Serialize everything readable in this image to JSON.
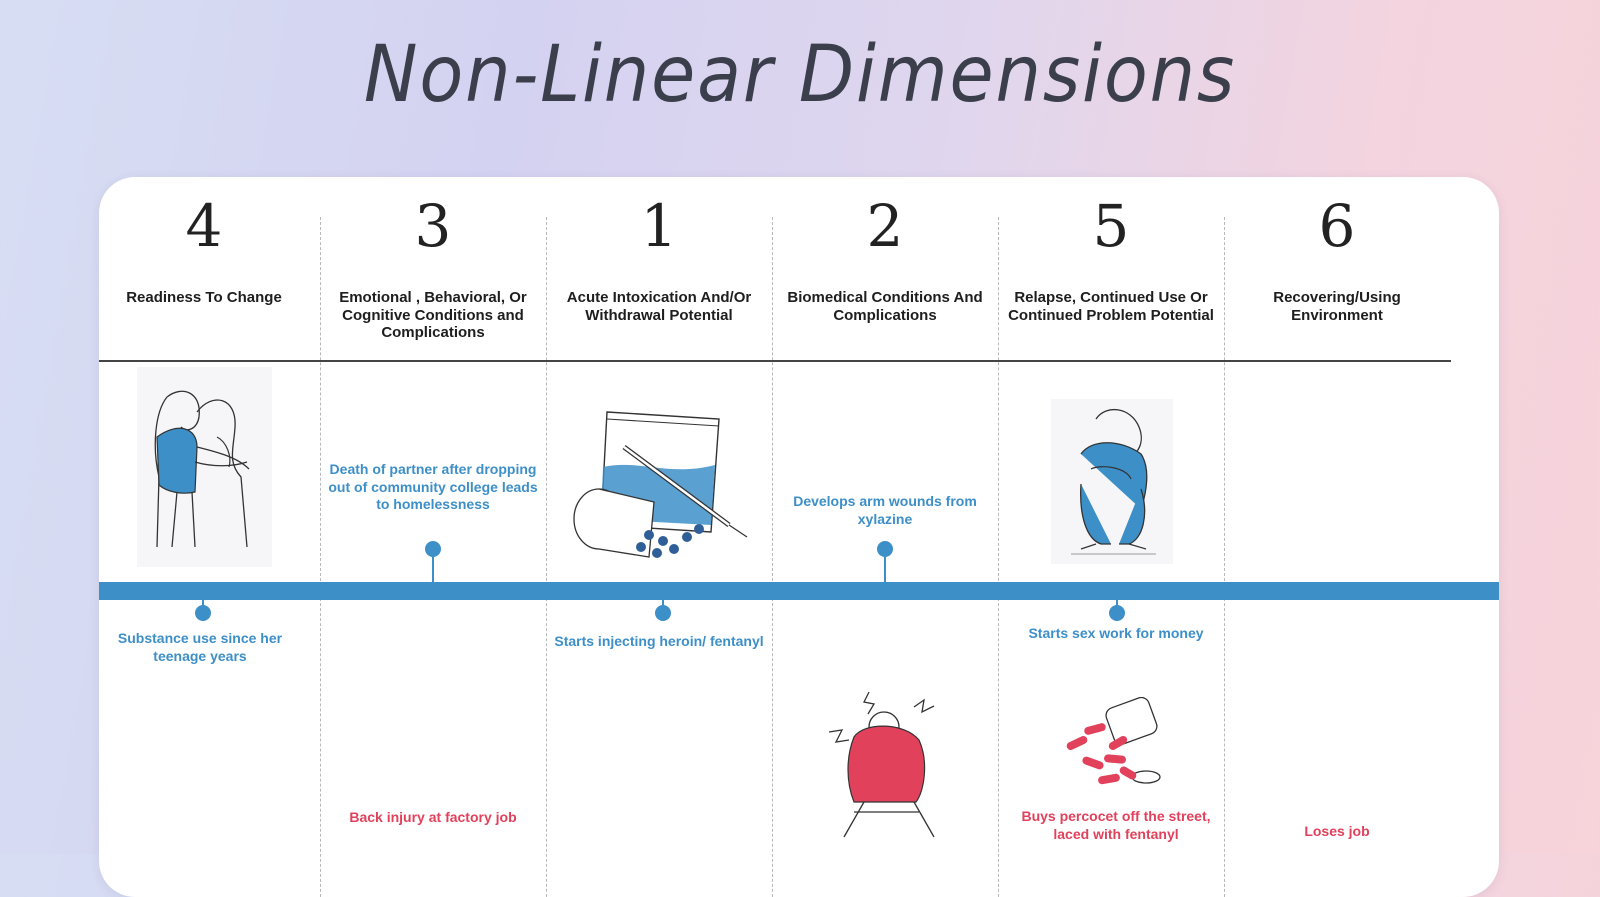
{
  "title": "Non-Linear Dimensions",
  "columns": [
    {
      "number": "4",
      "title": "Readiness To Change"
    },
    {
      "number": "3",
      "title": "Emotional , Behavioral, Or Cognitive Conditions and Complications"
    },
    {
      "number": "1",
      "title": "Acute Intoxication And/Or Withdrawal Potential"
    },
    {
      "number": "2",
      "title": "Biomedical Conditions And Complications"
    },
    {
      "number": "5",
      "title": "Relapse, Continued Use Or Continued Problem Potential"
    },
    {
      "number": "6",
      "title": "Recovering/Using Environment"
    }
  ],
  "events_above": [
    {
      "text": "Death of partner after dropping out of community college leads to homelessness"
    },
    {
      "text": "Develops arm wounds from xylazine"
    }
  ],
  "events_below": [
    {
      "text": "Substance use since her teenage years"
    },
    {
      "text": "Starts injecting heroin/ fentanyl"
    },
    {
      "text": "Starts sex work for money"
    }
  ],
  "events_red": [
    {
      "text": "Back injury at factory job"
    },
    {
      "text": "Buys percocet off the street, laced with fentanyl"
    },
    {
      "text": "Loses job"
    }
  ],
  "colors": {
    "timeline": "#3d8fc8",
    "positive_event": "#3d8fc8",
    "negative_event": "#e2415c"
  },
  "illustrations": [
    {
      "icon": "hugging-figures-icon"
    },
    {
      "icon": "drug-bag-syringe-icon"
    },
    {
      "icon": "huddled-person-icon"
    },
    {
      "icon": "distressed-person-icon"
    },
    {
      "icon": "spilled-pills-icon"
    }
  ]
}
